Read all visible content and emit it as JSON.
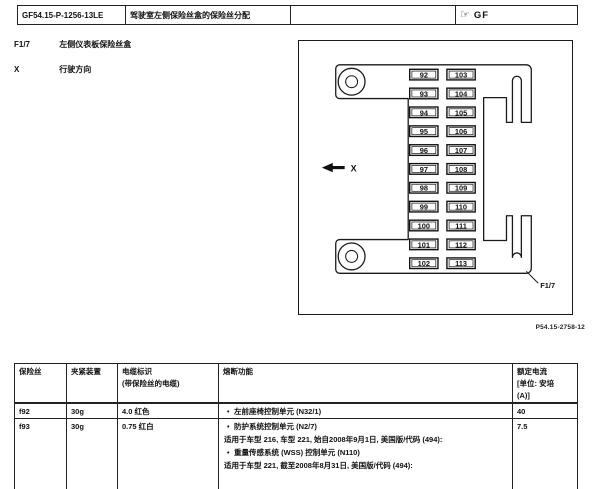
{
  "header": {
    "doc_code": "GF54.15-P-1256-13LE",
    "title": "驾驶室左侧保险丝盒的保险丝分配",
    "hand_icon": "☞",
    "section": "GF"
  },
  "legend": {
    "item1_key": "F1/7",
    "item1_desc": "左侧仪表板保险丝盒",
    "item2_key": "X",
    "item2_desc": "行驶方向"
  },
  "diagram": {
    "figure_number": "P54.15-2758-12",
    "component_label": "F1/7",
    "direction_label": "X",
    "fuses_left": [
      "92",
      "93",
      "94",
      "95",
      "96",
      "97",
      "98",
      "99",
      "100",
      "101",
      "102"
    ],
    "fuses_right": [
      "103",
      "104",
      "105",
      "106",
      "107",
      "108",
      "109",
      "110",
      "111",
      "112",
      "113"
    ]
  },
  "table": {
    "col_fuse": "保险丝",
    "col_clamp": "夹紧装置",
    "col_cable_line1": "电缆标识",
    "col_cable_line2": "(带保险丝的电缆)",
    "col_function": "熔断功能",
    "col_current_line1": "额定电流",
    "col_current_line2": "[单位: 安培",
    "col_current_line3": "(A)]",
    "rows": [
      {
        "fuse": "f92",
        "clamp": "30g",
        "cable": "4.0 红色",
        "current": "40",
        "functions": [
          {
            "bullet": true,
            "text": "左前座椅控制单元 (N32/1)"
          }
        ]
      },
      {
        "fuse": "f93",
        "clamp": "30g",
        "cable": "0.75 红白",
        "current": "7.5",
        "functions": [
          {
            "bullet": true,
            "text": "防护系统控制单元 (N2/7)"
          },
          {
            "bullet": false,
            "text": "适用于车型 216, 车型 221, 始自2008年9月1日, 美国版/代码 (494):"
          },
          {
            "bullet": true,
            "text": "重量传感系统 (WSS) 控制单元 (N110)"
          },
          {
            "bullet": false,
            "text": "适用于车型 221, 截至2008年8月31日, 美国版/代码 (494):"
          }
        ]
      }
    ]
  }
}
